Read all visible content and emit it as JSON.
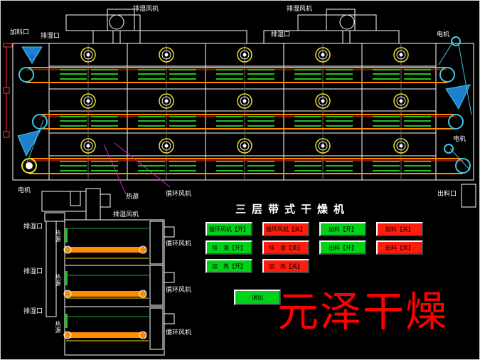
{
  "title": "三层带式干燥机",
  "brand": "元泽干燥",
  "labels": {
    "exhaust_fan": "排湿风机",
    "feed_port": "加料口",
    "exhaust_port": "排湿口",
    "motor": "电机",
    "heat_source": "热源",
    "circ_fan": "循环风机",
    "discharge_port": "出料口"
  },
  "buttons": {
    "circ_fan_on": "循环风机【开】",
    "circ_fan_off": "循环风机【关】",
    "feed_on": "加料【开】",
    "feed_off": "加料【关】",
    "exhaust_on": "排　湿【开】",
    "exhaust_off": "排　湿【关】",
    "discharge_on": "出料【开】",
    "discharge_off": "出料【关】",
    "heat_on": "加　热【开】",
    "heat_off": "加　热【关】",
    "exit": "退出"
  },
  "colors": {
    "on": "#00d21a",
    "off": "#ff1c0c",
    "belt": "#ff8c00",
    "heater": "#22c022",
    "fan": "#f0e020",
    "brand": "#ff0000"
  }
}
